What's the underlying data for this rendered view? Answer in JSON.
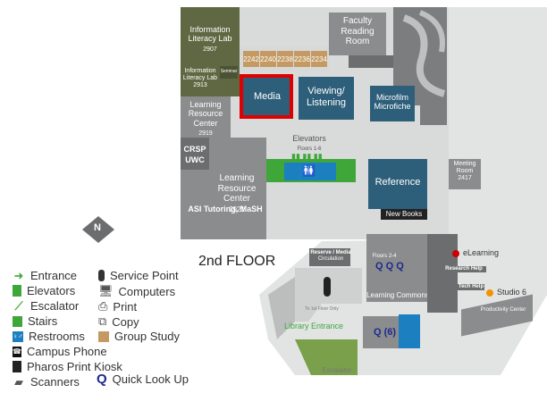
{
  "floor_title": "2nd FLOOR",
  "rooms": {
    "info_lit_lab": {
      "name": "Information Literacy Lab",
      "number": "2907"
    },
    "info_lit_lab2": {
      "name": "Information Literacy Lab",
      "number": "2913"
    },
    "seminar": "Seminar",
    "faculty_reading": "Faculty Reading Room",
    "study_rooms": [
      "2242",
      "2240",
      "2238",
      "2236",
      "2234"
    ],
    "media": "Media",
    "viewing": "Viewing/ Listening",
    "microfilm": "Microfilm Microfiche",
    "lrc_2919": {
      "name": "Learning Resource Center",
      "number": "2919"
    },
    "crsp": "CRSP",
    "uwc": "UWC",
    "lrc_2921": {
      "name": "Learning Resource Center",
      "number": "2921"
    },
    "asi": "ASI Tutoring, MaSH",
    "elevators": {
      "name": "Elevators",
      "floors": "Floors 1-6"
    },
    "reference": "Reference",
    "new_books": "New Books",
    "meeting": {
      "name": "Meeting Room",
      "number": "2417"
    },
    "reserve": {
      "name": "Reserve / Media",
      "sub": "Circulation"
    },
    "elev_small": "Floors 2-4",
    "learning_commons": "Learning Commons",
    "research_help": "Research Help",
    "tech_help": "Tech Help",
    "studio6": "Studio 6",
    "elearning": "eLearning",
    "productivity": "Productivity Center",
    "to_first": "To 1st Floor Only",
    "library_entrance": "Library Entrance",
    "escalator": "Escalator",
    "q6": "Q (6)",
    "north": "N"
  },
  "legend_left": [
    {
      "icon": "entrance-icon",
      "label": "Entrance"
    },
    {
      "icon": "elevator-icon",
      "label": "Elevators"
    },
    {
      "icon": "escalator-icon",
      "label": "Escalator"
    },
    {
      "icon": "stairs-icon",
      "label": "Stairs"
    },
    {
      "icon": "restrooms-icon",
      "label": "Restrooms"
    },
    {
      "icon": "campus-phone-icon",
      "label": "Campus Phone"
    },
    {
      "icon": "print-kiosk-icon",
      "label": "Pharos Print Kiosk"
    },
    {
      "icon": "scanner-icon",
      "label": "Scanners"
    }
  ],
  "legend_right": [
    {
      "icon": "service-point-icon",
      "label": "Service Point"
    },
    {
      "icon": "computer-icon",
      "label": "Computers"
    },
    {
      "icon": "print-icon",
      "label": "Print"
    },
    {
      "icon": "copy-icon",
      "label": "Copy"
    },
    {
      "icon": "group-study-icon",
      "label": "Group Study"
    }
  ],
  "quick_lookup": {
    "glyph": "Q",
    "label": "Quick Look Up"
  },
  "colors": {
    "dark_gray": "#6b6d6e",
    "mid_gray": "#8a8c8d",
    "light_gray": "#d7d9d9",
    "olive": "#5f6842",
    "teal": "#2d5e7a",
    "study_tan": "#c49a62",
    "green": "#3fa63a",
    "blue": "#1c7fc0",
    "highlight_red": "#e00000",
    "quick_lookup_navy": "#1d2a8c"
  }
}
